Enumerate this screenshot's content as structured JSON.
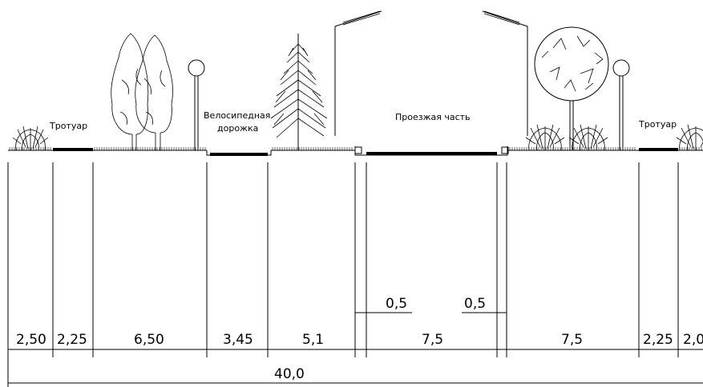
{
  "labels": {
    "sidewalk_left": "Тротуар",
    "bike_lane_line1": "Велосипедная",
    "bike_lane_line2": "дорожка",
    "carriageway": "Проезжая часть",
    "sidewalk_right": "Тротуар"
  },
  "dimensions": {
    "d1": "2,50",
    "d2": "2,25",
    "d3": "6,50",
    "d4": "3,45",
    "d5": "5,1",
    "d6": "7,5",
    "d7": "7,5",
    "d8": "2,25",
    "d9": "2,0",
    "curb_left": "0,5",
    "curb_right": "0,5",
    "total": "40,0"
  },
  "colors": {
    "line": "#000000",
    "background": "#ffffff"
  },
  "icons": [
    "shrub-icon",
    "tree-icon",
    "street-lamp-icon",
    "fir-tree-icon",
    "round-tree-icon",
    "building-outline-icon"
  ]
}
